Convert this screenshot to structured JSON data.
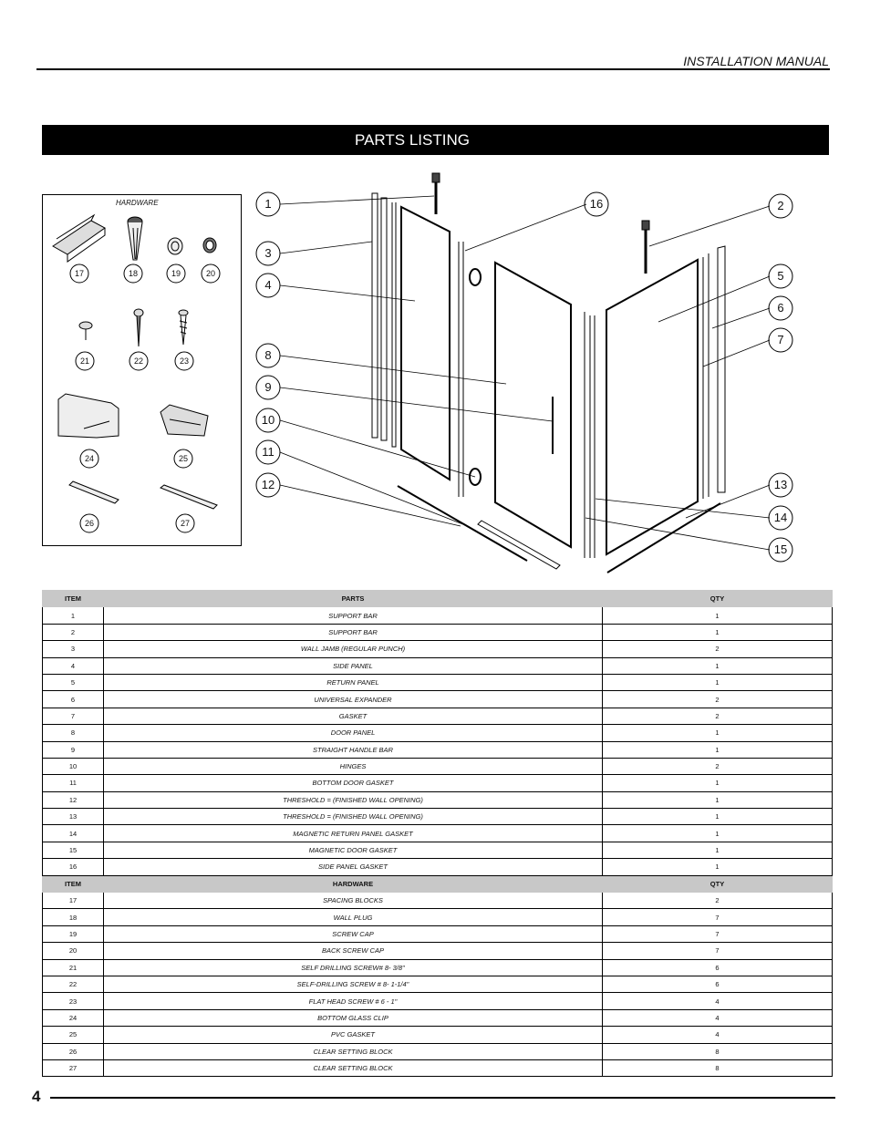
{
  "header": {
    "title": "INSTALLATION MANUAL"
  },
  "banner": {
    "title": "PARTS LISTING"
  },
  "hardware_box": {
    "title": "HARDWARE",
    "labels": [
      "17",
      "18",
      "19",
      "20",
      "21",
      "22",
      "23",
      "24",
      "25",
      "26",
      "27"
    ]
  },
  "diagram": {
    "callouts": [
      "1",
      "2",
      "3",
      "4",
      "5",
      "6",
      "7",
      "8",
      "9",
      "10",
      "11",
      "12",
      "13",
      "14",
      "15",
      "16"
    ]
  },
  "table": {
    "headers": {
      "item": "ITEM",
      "parts": "PARTS",
      "qty": "QTY"
    },
    "rows": [
      {
        "item": "1",
        "part": "SUPPORT BAR",
        "qty": "1"
      },
      {
        "item": "2",
        "part": "SUPPORT BAR",
        "qty": "1"
      },
      {
        "item": "3",
        "part": "WALL JAMB (REGULAR PUNCH)",
        "qty": "2"
      },
      {
        "item": "4",
        "part": "SIDE PANEL",
        "qty": "1"
      },
      {
        "item": "5",
        "part": "RETURN PANEL",
        "qty": "1"
      },
      {
        "item": "6",
        "part": "UNIVERSAL EXPANDER",
        "qty": "2"
      },
      {
        "item": "7",
        "part": "GASKET",
        "qty": "2"
      },
      {
        "item": "8",
        "part": "DOOR PANEL",
        "qty": "1"
      },
      {
        "item": "9",
        "part": "STRAIGHT HANDLE BAR",
        "qty": "1"
      },
      {
        "item": "10",
        "part": "HINGES",
        "qty": "2"
      },
      {
        "item": "11",
        "part": "BOTTOM DOOR GASKET",
        "qty": "1"
      },
      {
        "item": "12",
        "part": "THRESHOLD = (FINISHED WALL OPENING)",
        "qty": "1"
      },
      {
        "item": "13",
        "part": "THRESHOLD = (FINISHED WALL OPENING)",
        "qty": "1"
      },
      {
        "item": "14",
        "part": "MAGNETIC RETURN PANEL GASKET",
        "qty": "1"
      },
      {
        "item": "15",
        "part": "MAGNETIC DOOR GASKET",
        "qty": "1"
      },
      {
        "item": "16",
        "part": "SIDE PANEL GASKET",
        "qty": "1"
      }
    ],
    "hardware_headers": {
      "item": "ITEM",
      "parts": "HARDWARE",
      "qty": "QTY"
    },
    "hardware_rows": [
      {
        "item": "17",
        "part": "SPACING BLOCKS",
        "qty": "2"
      },
      {
        "item": "18",
        "part": "WALL PLUG",
        "qty": "7"
      },
      {
        "item": "19",
        "part": "SCREW CAP",
        "qty": "7"
      },
      {
        "item": "20",
        "part": "BACK SCREW CAP",
        "qty": "7"
      },
      {
        "item": "21",
        "part": "SELF DRILLING SCREW# 8- 3/8\"",
        "qty": "6"
      },
      {
        "item": "22",
        "part": "SELF-DRILLING SCREW # 8- 1-1/4\"",
        "qty": "6"
      },
      {
        "item": "23",
        "part": "FLAT HEAD SCREW     # 6 - 1\"",
        "qty": "4"
      },
      {
        "item": "24",
        "part": "BOTTOM GLASS CLIP",
        "qty": "4"
      },
      {
        "item": "25",
        "part": "PVC GASKET",
        "qty": "4"
      },
      {
        "item": "26",
        "part": "CLEAR SETTING BLOCK",
        "qty": "8"
      },
      {
        "item": "27",
        "part": "CLEAR SETTING BLOCK",
        "qty": "8"
      }
    ]
  },
  "footer": {
    "page_number": "4"
  }
}
